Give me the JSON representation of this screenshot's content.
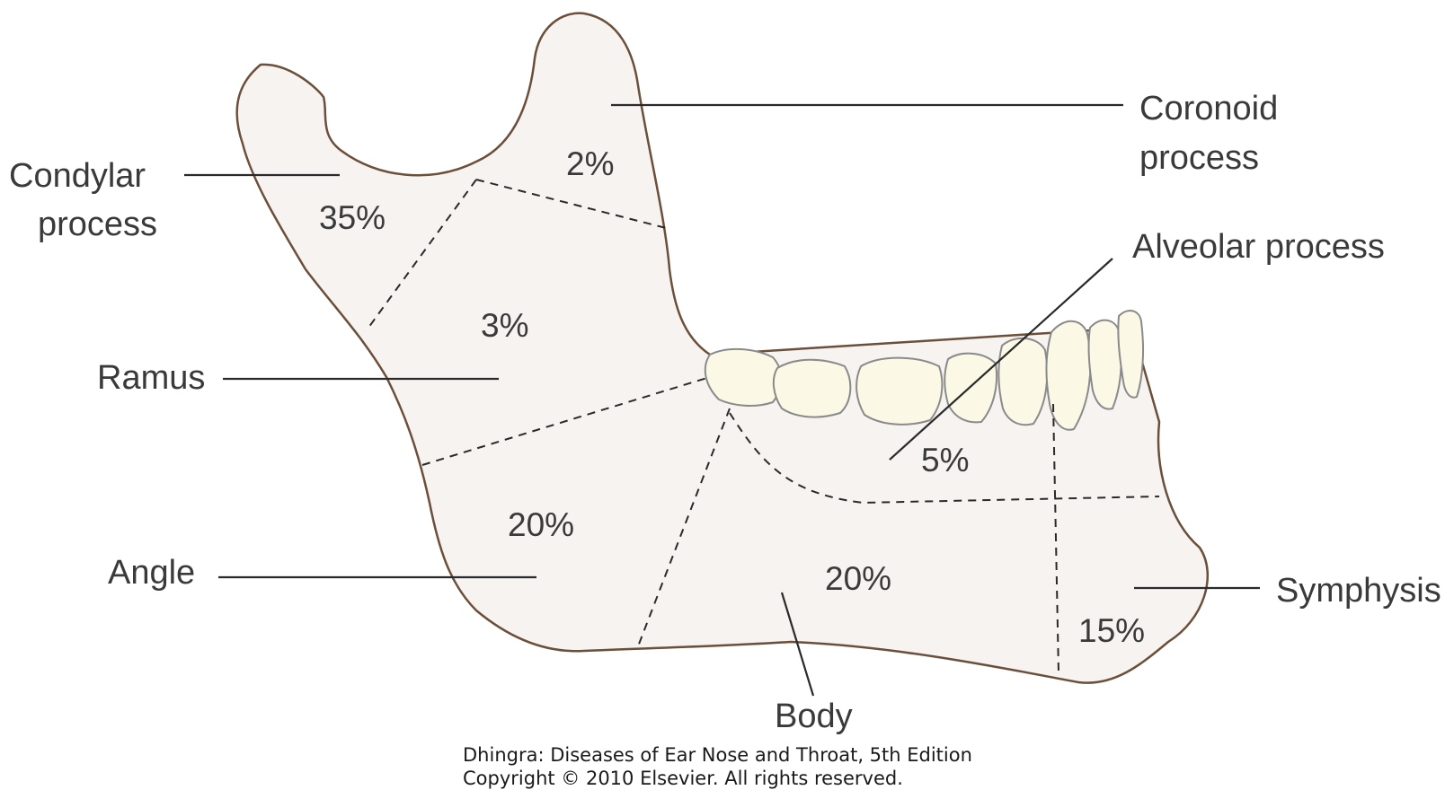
{
  "labels": {
    "coronoid_line1": "Coronoid",
    "coronoid_line2": "process",
    "condylar_line1": "Condylar",
    "condylar_line2": "process",
    "alveolar": "Alveolar process",
    "ramus": "Ramus",
    "angle": "Angle",
    "symphysis": "Symphysis",
    "body": "Body"
  },
  "percentages": {
    "coronoid": "2%",
    "condylar": "35%",
    "ramus": "3%",
    "alveolar": "5%",
    "angle": "20%",
    "body": "20%",
    "symphysis": "15%"
  },
  "credit": {
    "line1": "Dhingra: Diseases of Ear Nose and Throat, 5th Edition",
    "line2": "Copyright © 2010 Elsevier. All rights reserved."
  },
  "colors": {
    "bone_fill": "#f6f3f1",
    "bone_outline": "#6b4f3a",
    "tooth_fill": "#fbf8e6",
    "text": "#3a3a3a"
  }
}
